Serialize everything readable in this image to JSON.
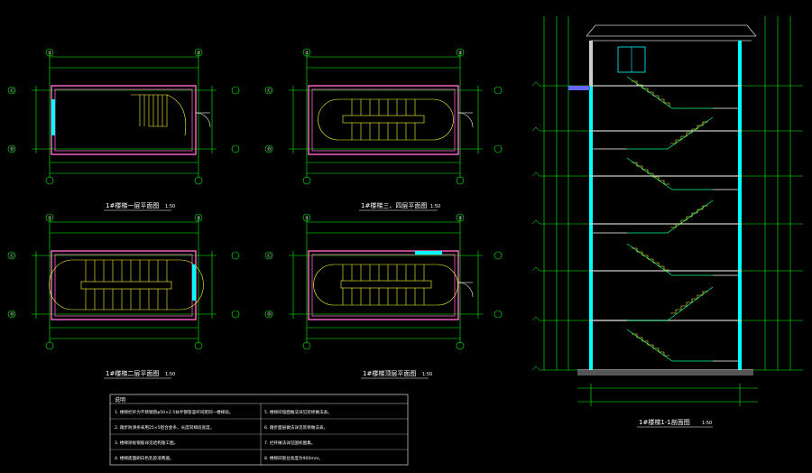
{
  "plans": [
    {
      "title": "1#楼梯一层平面图",
      "scale": "1:50",
      "axes_top": [
        "①",
        "②"
      ],
      "axes_side": [
        "Ⓒ",
        "Ⓑ"
      ]
    },
    {
      "title": "1#楼梯三、四层平面图",
      "scale": "1:50",
      "axes_top": [
        "①",
        "②"
      ],
      "axes_side": [
        "Ⓒ",
        "Ⓑ"
      ]
    },
    {
      "title": "1#楼梯二层平面图",
      "scale": "1:50",
      "axes_top": [
        "①",
        "②"
      ],
      "axes_side": [
        "Ⓒ",
        "Ⓑ"
      ]
    },
    {
      "title": "1#楼梯顶层平面图",
      "scale": "1:50",
      "axes_top": [
        "①",
        "②"
      ],
      "axes_side": [
        "Ⓒ",
        "Ⓑ"
      ]
    }
  ],
  "section": {
    "title": "1#楼梯1-1剖面图",
    "scale": "1:50"
  },
  "notes": {
    "title": "说明",
    "items": [
      "1. 楼梯栏杆为不锈钢管φ50×2.5扶手钢管竖杆间距同一楼梯段。",
      "2. 踏步防滑条采用25×5铝合金条，长度同梯段宽度。",
      "3. 楼梯梁板钢筋详见结构施工图。",
      "4. 楼梯底面刷白色乳胶漆两遍。",
      "5. 楼梯间墙面做法详见装修做法表。",
      "6. 踏步面层做法详见装修做法表。",
      "7. 栏杆做法详见国标图集。",
      "8. 楼梯间窗台高度为900mm。"
    ]
  },
  "colors": {
    "background": "#000000",
    "wall": "#ff66cc",
    "stair": "#ffff33",
    "dimension": "#00ff00",
    "window": "#00ffff",
    "text": "#ffffff",
    "structure": "#cccccc"
  }
}
